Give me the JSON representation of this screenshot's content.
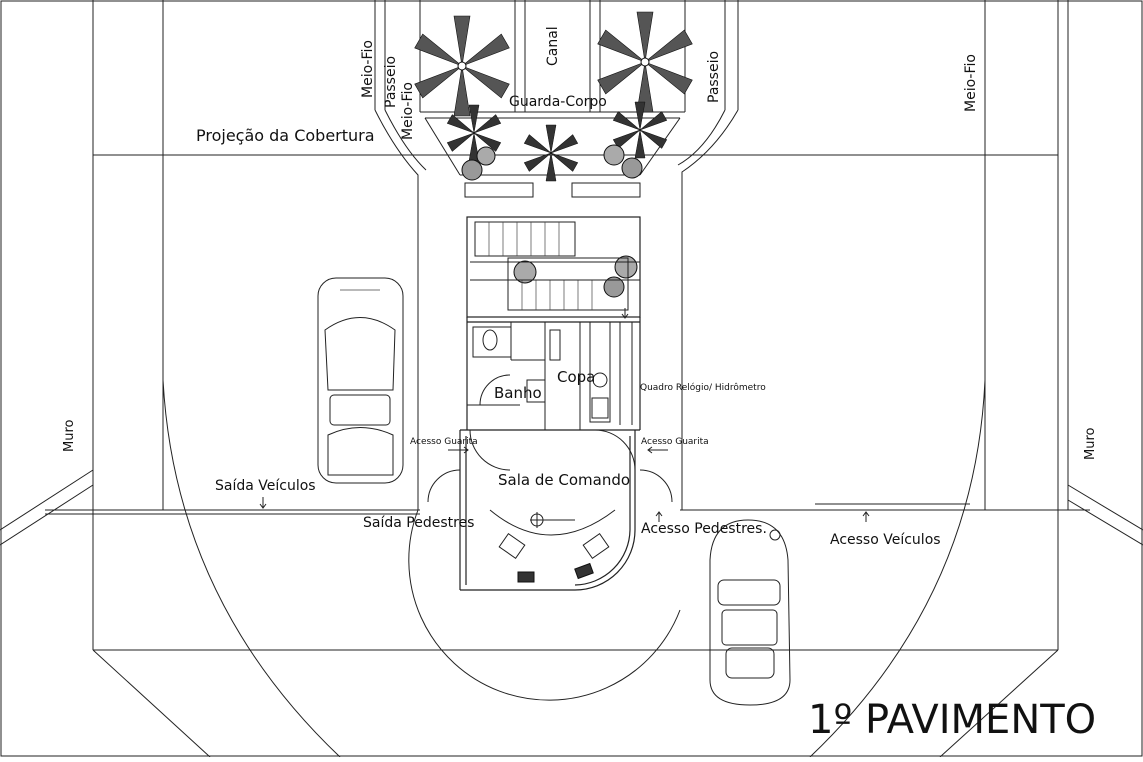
{
  "drawing": {
    "title": "1º PAVIMENTO",
    "labels": {
      "projecao": "Projeção da Cobertura",
      "guarda_corpo": "Guarda-Corpo",
      "canal": "Canal",
      "meio_fio_left_outer": "Meio-Fio",
      "passeio_left": "Passeio",
      "meio_fio_left_inner": "Meio-Fio",
      "passeio_right": "Passeio",
      "meio_fio_right": "Meio-Fio",
      "muro_left": "Muro",
      "muro_right": "Muro",
      "banho": "Banho",
      "copa": "Copa",
      "quadro": "Quadro Relógio/ Hidrômetro",
      "acesso_guarita_left": "Acesso Guarita",
      "acesso_guarita_right": "Acesso Guarita",
      "sala": "Sala de Comando",
      "saida_veiculos": "Saída Veículos",
      "saida_pedestres": "Saída Pedestres",
      "acesso_pedestres": "Acesso Pedestres.",
      "acesso_veiculos": "Acesso Veículos"
    }
  }
}
